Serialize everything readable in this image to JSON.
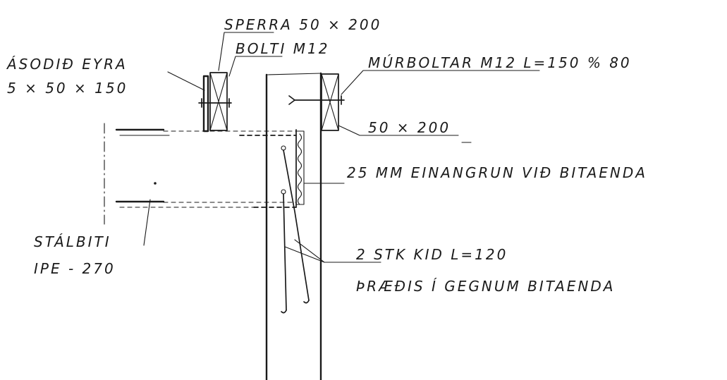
{
  "labels": {
    "sperra": "SPERRA 50 × 200",
    "bolti": "BOLTI M12",
    "asodid_eyra_1": "ÁSODIÐ EYRA",
    "asodid_eyra_2": "5 × 50 × 150",
    "murboltar": "MÚRBOLTAR M12 L=150 % 80",
    "timber_size": "50 × 200",
    "einangrun": "25 MM EINANGRUN VIÐ BITAENDA",
    "stalbiti_1": "STÁLBITI",
    "stalbiti_2": "IPE - 270",
    "kid_1": "2 STK KID L=120",
    "kid_2": "ÞRÆÐIS Í GEGNUM BITAENDA"
  },
  "colors": {
    "ink": "#1a1a1a",
    "paper": "#ffffff"
  }
}
